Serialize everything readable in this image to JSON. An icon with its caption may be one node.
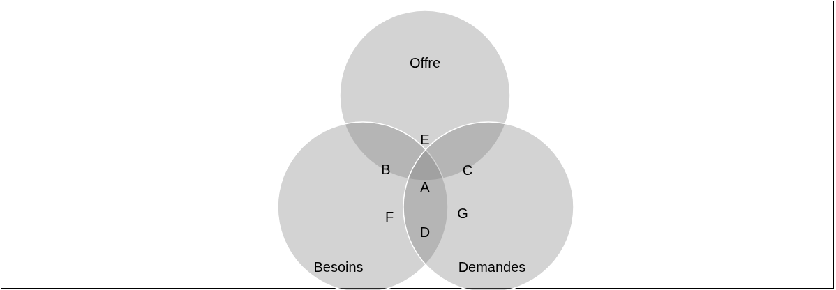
{
  "diagram": {
    "nodes": [
      {
        "text": [
          "Offre"
        ]
      },
      {
        "text": [
          "Besoins"
        ]
      },
      {
        "text": [
          "Demandes"
        ]
      }
    ],
    "labels": [
      "E",
      "B",
      "C",
      "A",
      "F",
      "G",
      "D"
    ]
  }
}
